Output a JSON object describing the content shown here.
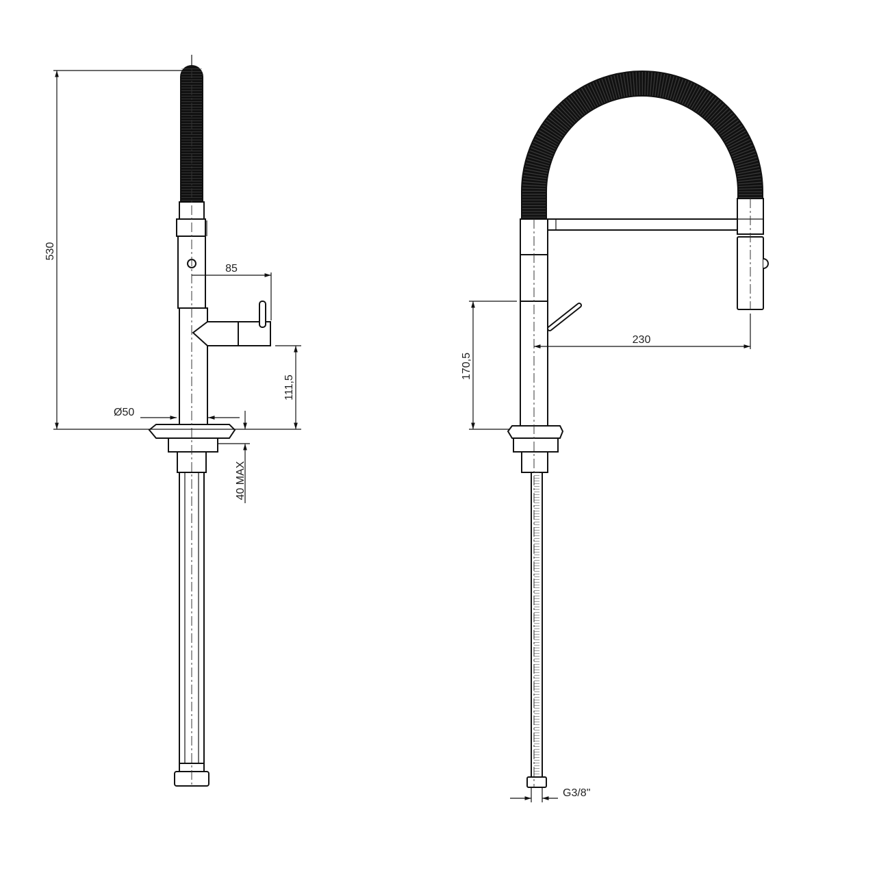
{
  "dimensions": {
    "height_total": "530",
    "spout_reach_left": "85",
    "spout_height": "111,5",
    "base_diameter": "50",
    "diameter_symbol": "Ø",
    "deck_thickness": "40 MAX",
    "lever_height": "170,5",
    "spout_reach_right": "230",
    "connection": "G3/8\""
  }
}
